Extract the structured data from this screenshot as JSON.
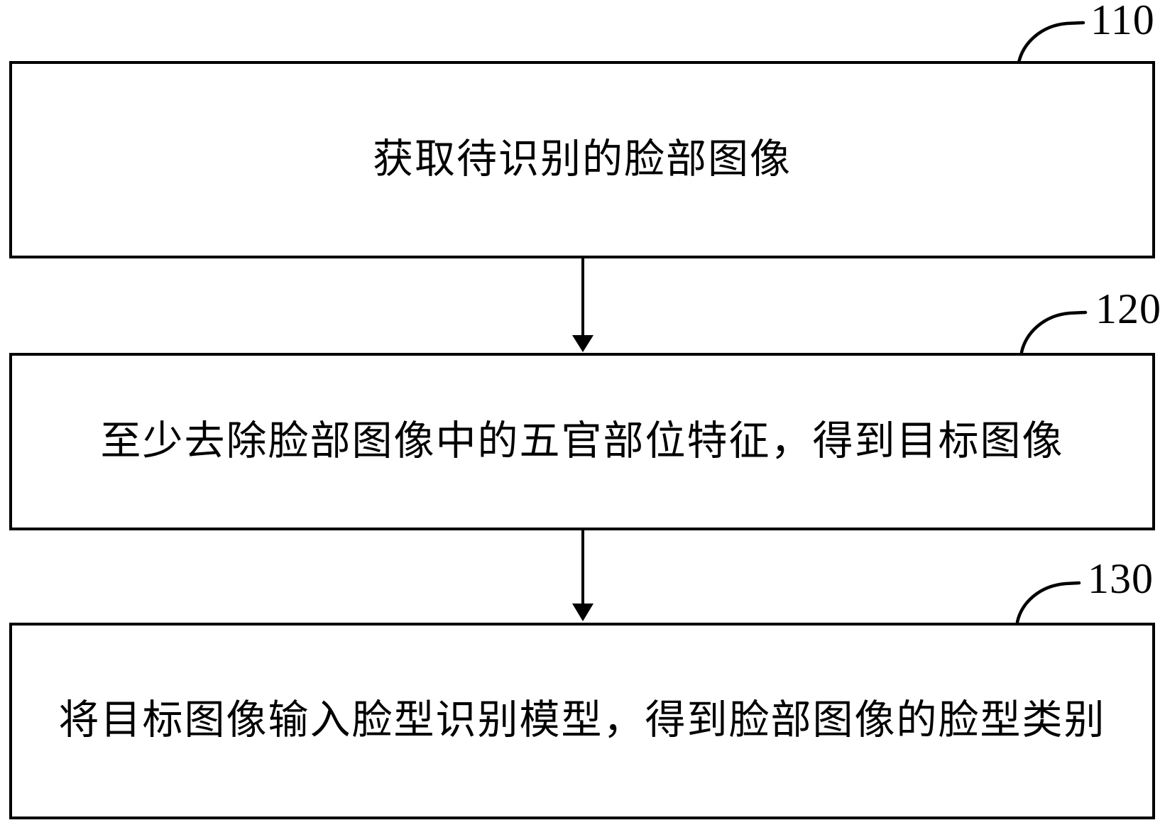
{
  "figure": {
    "type": "flowchart",
    "colors": {
      "line": "#000000",
      "background": "#ffffff",
      "text": "#000000"
    },
    "steps": [
      {
        "ref": "110",
        "text": "获取待识别的脸部图像"
      },
      {
        "ref": "120",
        "text": "至少去除脸部图像中的五官部位特征，得到目标图像"
      },
      {
        "ref": "130",
        "text": "将目标图像输入脸型识别模型，得到脸部图像的脸型类别"
      }
    ]
  }
}
